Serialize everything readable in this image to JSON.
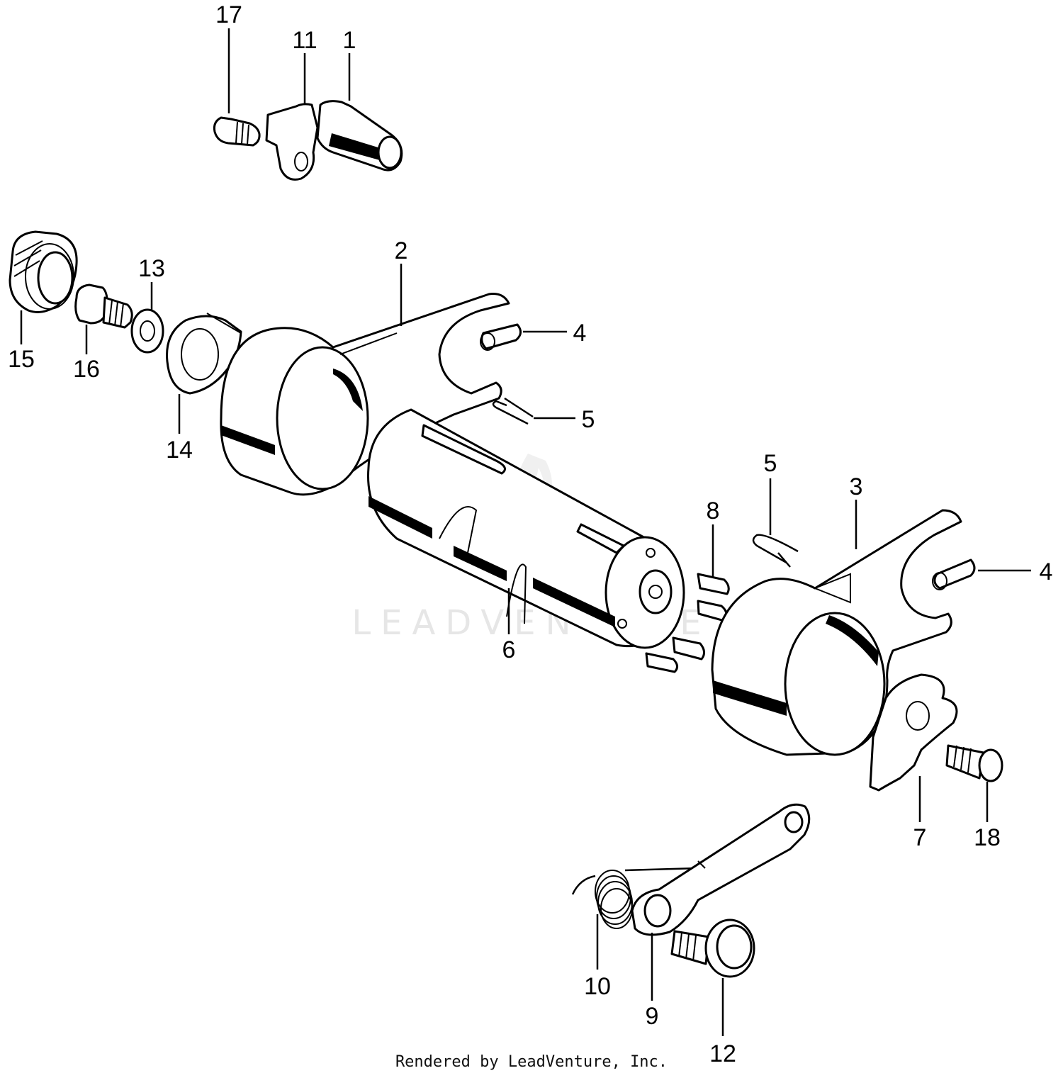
{
  "labels": [
    {
      "id": "17",
      "text": "17"
    },
    {
      "id": "11",
      "text": "11"
    },
    {
      "id": "1",
      "text": "1"
    },
    {
      "id": "2",
      "text": "2"
    },
    {
      "id": "13",
      "text": "13"
    },
    {
      "id": "15",
      "text": "15"
    },
    {
      "id": "16",
      "text": "16"
    },
    {
      "id": "4a",
      "text": "4"
    },
    {
      "id": "5a",
      "text": "5"
    },
    {
      "id": "14",
      "text": "14"
    },
    {
      "id": "5b",
      "text": "5"
    },
    {
      "id": "3",
      "text": "3"
    },
    {
      "id": "8",
      "text": "8"
    },
    {
      "id": "4b",
      "text": "4"
    },
    {
      "id": "6",
      "text": "6"
    },
    {
      "id": "7",
      "text": "7"
    },
    {
      "id": "18",
      "text": "18"
    },
    {
      "id": "10",
      "text": "10"
    },
    {
      "id": "9",
      "text": "9"
    },
    {
      "id": "12",
      "text": "12"
    }
  ],
  "watermark": "LEADVENTURE",
  "footer": "Rendered by LeadVenture, Inc."
}
